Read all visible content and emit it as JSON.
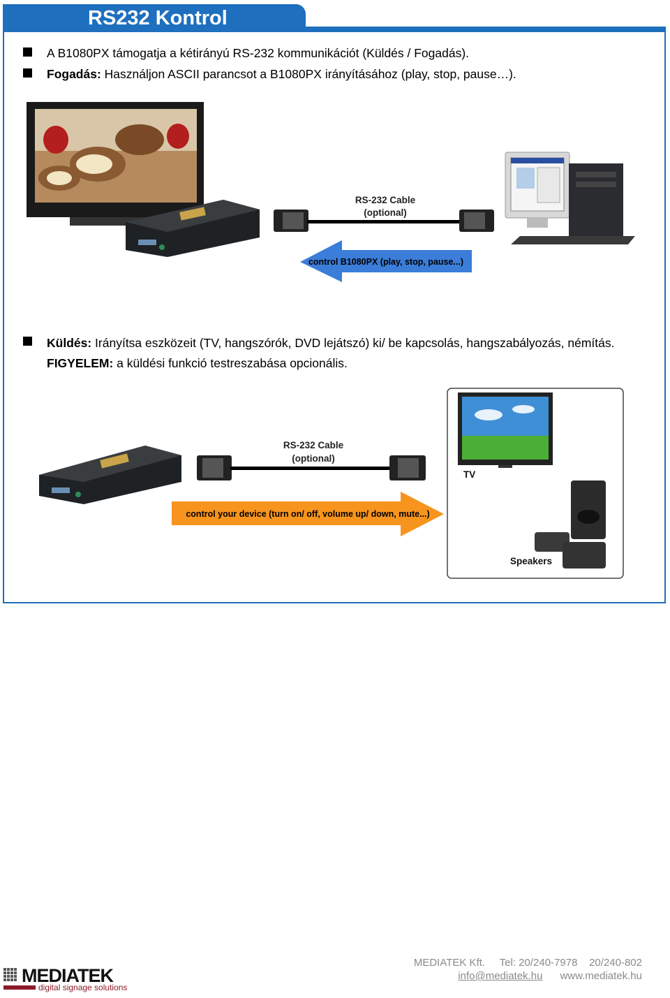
{
  "header": {
    "title": "RS232 Kontrol"
  },
  "intro": {
    "line1": "A B1080PX támogatja a kétirányú RS-232 kommunikációt (Küldés / Fogadás).",
    "line2_label": "Fogadás:",
    "line2_text": " Használjon ASCII parancsot a B1080PX irányításához (play, stop, pause…)."
  },
  "diagram1": {
    "cable_label_1": "RS-232 Cable",
    "cable_label_2": "(optional)",
    "arrow_label": "control B1080PX (play, stop, pause...)"
  },
  "send": {
    "label": "Küldés:",
    "text": " Irányítsa eszközeit (TV, hangszórók, DVD lejátszó) ki/ be kapcsolás, hangszabályozás, némítás.",
    "note_label": "FIGYELEM:",
    "note_text": " a küldési funkció testreszabása opcionális."
  },
  "diagram2": {
    "cable_label_1": "RS-232 Cable",
    "cable_label_2": "(optional)",
    "arrow_label": "control your device (turn on/ off, volume up/ down, mute...)",
    "tv_label": "TV",
    "speakers_label": "Speakers"
  },
  "footer": {
    "company": "MEDIATEK Kft.",
    "tel": "Tel: 20/240-7978",
    "tel2": "20/240-802",
    "email": "info@mediatek.hu",
    "website": "www.mediatek.hu",
    "logo_text": "MEDIATEK",
    "logo_tagline": "digital signage solutions"
  },
  "colors": {
    "accent": "#1e6fbe",
    "orange": "#f7941d",
    "blue_arrow": "#3b7dd8",
    "logo_red": "#8b1a2b"
  }
}
